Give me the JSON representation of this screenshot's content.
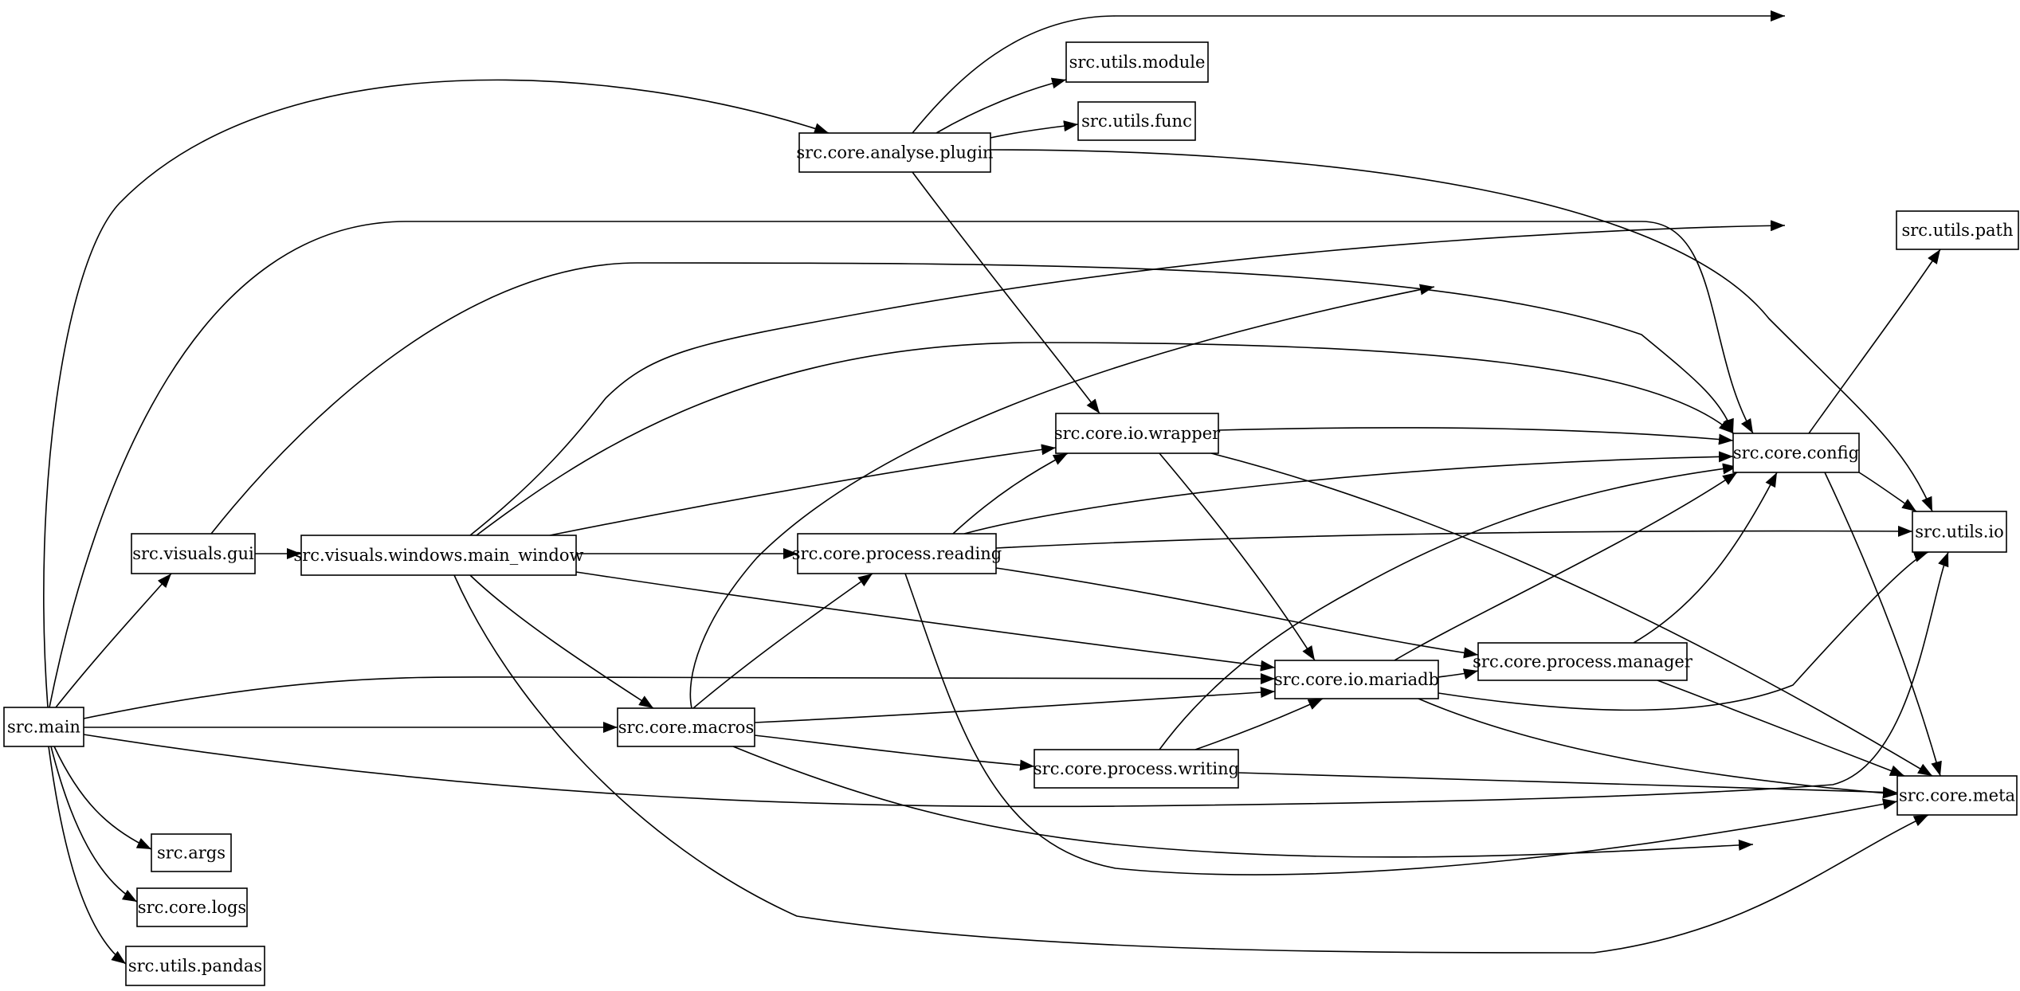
{
  "colors": {
    "node_border": "#000000",
    "node_fill": "#ffffff",
    "edge": "#000000",
    "background": "#ffffff"
  },
  "nodes": [
    {
      "id": "src.main",
      "label": "src.main"
    },
    {
      "id": "src.args",
      "label": "src.args"
    },
    {
      "id": "src.core.logs",
      "label": "src.core.logs"
    },
    {
      "id": "src.utils.pandas",
      "label": "src.utils.pandas"
    },
    {
      "id": "src.visuals.gui",
      "label": "src.visuals.gui"
    },
    {
      "id": "src.visuals.windows.main_window",
      "label": "src.visuals.windows.main_window"
    },
    {
      "id": "src.core.macros",
      "label": "src.core.macros"
    },
    {
      "id": "src.core.analyse.plugin",
      "label": "src.core.analyse.plugin"
    },
    {
      "id": "src.utils.module",
      "label": "src.utils.module"
    },
    {
      "id": "src.utils.func",
      "label": "src.utils.func"
    },
    {
      "id": "src.core.io.wrapper",
      "label": "src.core.io.wrapper"
    },
    {
      "id": "src.core.process.reading",
      "label": "src.core.process.reading"
    },
    {
      "id": "src.core.io.mariadb",
      "label": "src.core.io.mariadb"
    },
    {
      "id": "src.core.process.writing",
      "label": "src.core.process.writing"
    },
    {
      "id": "src.core.process.manager",
      "label": "src.core.process.manager"
    },
    {
      "id": "src.core.config",
      "label": "src.core.config"
    },
    {
      "id": "src.utils.path",
      "label": "src.utils.path"
    },
    {
      "id": "src.utils.io",
      "label": "src.utils.io"
    },
    {
      "id": "src.core.meta",
      "label": "src.core.meta"
    }
  ],
  "edges": [
    {
      "from": "src.main",
      "to": "src.core.analyse.plugin"
    },
    {
      "from": "src.main",
      "to": "src.core.config"
    },
    {
      "from": "src.main",
      "to": "src.visuals.gui"
    },
    {
      "from": "src.main",
      "to": "src.core.io.mariadb"
    },
    {
      "from": "src.main",
      "to": "src.core.macros"
    },
    {
      "from": "src.main",
      "to": "src.utils.io"
    },
    {
      "from": "src.main",
      "to": "src.args"
    },
    {
      "from": "src.main",
      "to": "src.core.logs"
    },
    {
      "from": "src.main",
      "to": "src.utils.pandas"
    },
    {
      "from": "src.visuals.gui",
      "to": "src.visuals.windows.main_window"
    },
    {
      "from": "src.visuals.gui",
      "to": "src.core.config"
    },
    {
      "from": "src.visuals.windows.main_window",
      "to": "src.utils.path"
    },
    {
      "from": "src.visuals.windows.main_window",
      "to": "src.core.config"
    },
    {
      "from": "src.visuals.windows.main_window",
      "to": "src.core.io.wrapper"
    },
    {
      "from": "src.visuals.windows.main_window",
      "to": "src.core.process.reading"
    },
    {
      "from": "src.visuals.windows.main_window",
      "to": "src.core.io.mariadb"
    },
    {
      "from": "src.visuals.windows.main_window",
      "to": "src.core.macros"
    },
    {
      "from": "src.visuals.windows.main_window",
      "to": "src.core.meta"
    },
    {
      "from": "src.core.analyse.plugin",
      "to": "src.utils.module"
    },
    {
      "from": "src.core.analyse.plugin",
      "to": "src.utils.func"
    },
    {
      "from": "src.core.analyse.plugin",
      "to": "src.utils.path"
    },
    {
      "from": "src.core.analyse.plugin",
      "to": "src.utils.io"
    },
    {
      "from": "src.core.analyse.plugin",
      "to": "src.core.io.wrapper"
    },
    {
      "from": "src.core.io.wrapper",
      "to": "src.core.config"
    },
    {
      "from": "src.core.io.wrapper",
      "to": "src.core.io.mariadb"
    },
    {
      "from": "src.core.io.wrapper",
      "to": "src.core.meta"
    },
    {
      "from": "src.core.process.reading",
      "to": "src.core.io.wrapper"
    },
    {
      "from": "src.core.process.reading",
      "to": "src.core.config"
    },
    {
      "from": "src.core.process.reading",
      "to": "src.utils.io"
    },
    {
      "from": "src.core.process.reading",
      "to": "src.core.process.manager"
    },
    {
      "from": "src.core.process.reading",
      "to": "src.core.meta"
    },
    {
      "from": "src.core.macros",
      "to": "src.utils.path"
    },
    {
      "from": "src.core.macros",
      "to": "src.core.process.reading"
    },
    {
      "from": "src.core.macros",
      "to": "src.core.io.mariadb"
    },
    {
      "from": "src.core.macros",
      "to": "src.core.process.writing"
    },
    {
      "from": "src.core.macros",
      "to": "src.core.meta"
    },
    {
      "from": "src.core.process.writing",
      "to": "src.core.config"
    },
    {
      "from": "src.core.process.writing",
      "to": "src.core.io.mariadb"
    },
    {
      "from": "src.core.process.writing",
      "to": "src.core.meta"
    },
    {
      "from": "src.core.io.mariadb",
      "to": "src.core.process.manager"
    },
    {
      "from": "src.core.io.mariadb",
      "to": "src.core.config"
    },
    {
      "from": "src.core.io.mariadb",
      "to": "src.utils.io"
    },
    {
      "from": "src.core.io.mariadb",
      "to": "src.core.meta"
    },
    {
      "from": "src.core.process.manager",
      "to": "src.core.config"
    },
    {
      "from": "src.core.process.manager",
      "to": "src.core.meta"
    },
    {
      "from": "src.core.config",
      "to": "src.utils.path"
    },
    {
      "from": "src.core.config",
      "to": "src.utils.io"
    },
    {
      "from": "src.core.config",
      "to": "src.core.meta"
    }
  ]
}
